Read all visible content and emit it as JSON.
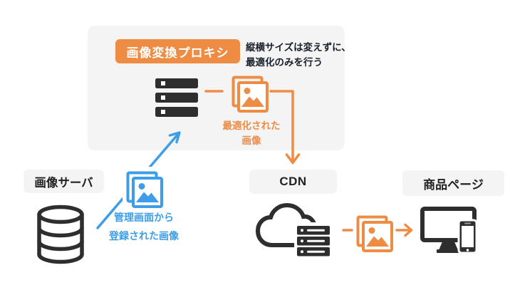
{
  "colors": {
    "orange": "#EE8C44",
    "blue": "#3D9DE8",
    "icon_dark": "#2E2E2E",
    "panel_bg": "#F4F4F5",
    "label_bg": "#F4F4F5",
    "note_text": "#1A202C"
  },
  "proxy_panel": {
    "title": "画像変換プロキシ",
    "note_line1": "縦横サイズは変えずに、",
    "note_line2": "最適化のみを行う",
    "optimized_caption_line1": "最適化された",
    "optimized_caption_line2": "画像"
  },
  "nodes": {
    "image_server_label": "画像サーバ",
    "cdn_label": "CDN",
    "product_page_label": "商品ページ"
  },
  "captions": {
    "registered_line1": "管理画面から",
    "registered_line2": "登録された画像"
  },
  "icons": {
    "proxy_server": "server-stack-icon",
    "optimized_image": "stacked-photos-icon",
    "registered_image": "stacked-photos-icon",
    "delivered_image": "stacked-photos-icon",
    "image_server": "database-cylinder-icon",
    "cdn": "cloud-server-icon",
    "product_page": "monitor-smartphone-icon"
  }
}
